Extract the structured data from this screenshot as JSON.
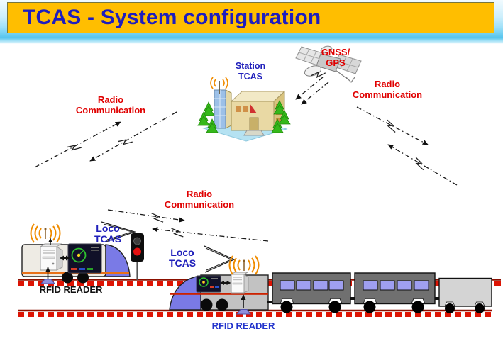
{
  "header": {
    "title": "TCAS - System configuration"
  },
  "station": {
    "label_line1": "Station",
    "label_line2": "TCAS"
  },
  "gnss": {
    "label_line1": "GNSS/",
    "label_line2": "GPS"
  },
  "radio_links": {
    "left": {
      "line1": "Radio",
      "line2": "Communication"
    },
    "middle": {
      "line1": "Radio",
      "line2": "Communication"
    },
    "right": {
      "line1": "Radio",
      "line2": "Communication"
    }
  },
  "loco1": {
    "label_line1": "Loco",
    "label_line2": "TCAS",
    "rfid_label": "RFID READER"
  },
  "loco2": {
    "label_line1": "Loco",
    "label_line2": "TCAS",
    "rfid_label": "RFID READER"
  },
  "icons": [
    "gnss-satellite-icon",
    "station-building-icon",
    "antenna-waves-icon",
    "signal-icon",
    "onboard-computer-icon",
    "driver-display-icon",
    "rfid-tag-icon",
    "radio-link-arrow",
    "pantograph-icon",
    "railway-track"
  ],
  "colors": {
    "header_bg": "#FFBE00",
    "header_text": "#1E1EBE",
    "band_blue": "#55C5EE",
    "label_red": "#E00000",
    "label_blue": "#2020BB",
    "rfid1_text": "#111111",
    "rfid2_text": "#2233CC",
    "track_red": "#DD1404",
    "loco_nose_blue": "#7A7AE6",
    "coach_gray": "#707070",
    "window_purple": "#9F9FF0",
    "antenna_orange": "#F08C00",
    "signal_red": "#E51010"
  }
}
